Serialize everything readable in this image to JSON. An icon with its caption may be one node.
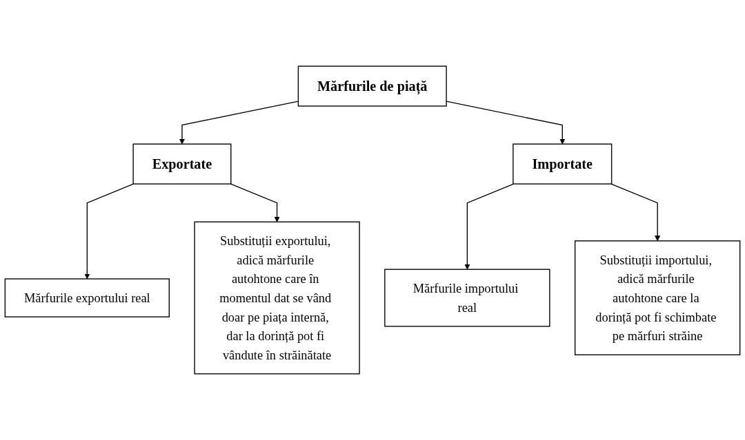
{
  "diagram": {
    "nodes": [
      {
        "text": [
          "Mărfurile de piață"
        ]
      },
      {
        "text": [
          "Exportate"
        ]
      },
      {
        "text": [
          "Importate"
        ]
      },
      {
        "text": [
          "Mărfurile exportului real"
        ]
      },
      {
        "text": [
          "Substituții exportului, adică mărfurile autohtone care în momentul dat se vând doar pe piața internă, dar la dorință pot fi vândute în străinătate"
        ]
      },
      {
        "text": [
          "Mărfurile importului real"
        ]
      },
      {
        "text": [
          "Substituții importului, adică mărfurile autohtone care la dorință pot fi schimbate pe mărfuri străine"
        ]
      }
    ],
    "edges": [
      {
        "from": 0,
        "to": 1,
        "arrow": "to"
      },
      {
        "from": 0,
        "to": 2,
        "arrow": "to"
      },
      {
        "from": 1,
        "to": 3,
        "arrow": "to"
      },
      {
        "from": 1,
        "to": 4,
        "arrow": "to"
      },
      {
        "from": 2,
        "to": 5,
        "arrow": "to"
      },
      {
        "from": 2,
        "to": 6,
        "arrow": "to"
      }
    ]
  }
}
